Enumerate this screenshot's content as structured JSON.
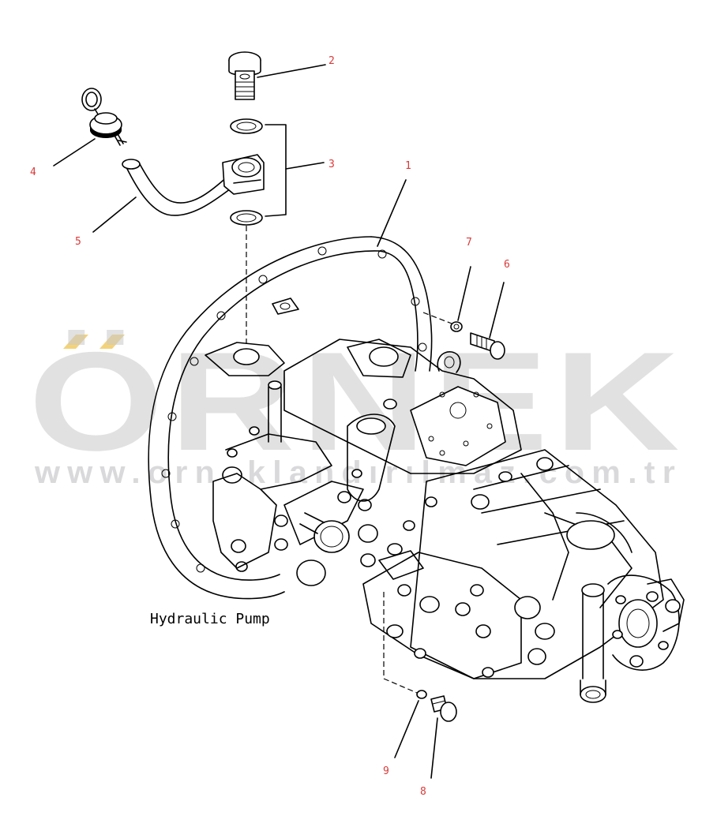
{
  "caption": "Hydraulic Pump",
  "watermark": {
    "brand": "ÖRNEK",
    "url": "www.orneklandırılmaz.com.tr"
  },
  "callouts": [
    {
      "id": "1",
      "label": "1"
    },
    {
      "id": "2",
      "label": "2"
    },
    {
      "id": "3",
      "label": "3"
    },
    {
      "id": "4",
      "label": "4"
    },
    {
      "id": "5",
      "label": "5"
    },
    {
      "id": "6",
      "label": "6"
    },
    {
      "id": "7",
      "label": "7"
    },
    {
      "id": "8",
      "label": "8"
    },
    {
      "id": "9",
      "label": "9"
    }
  ],
  "colors": {
    "callout_text": "#d93a3a",
    "watermark": "#c9c9cc",
    "watermark_accent": "#f3d37a",
    "line": "#000000"
  }
}
